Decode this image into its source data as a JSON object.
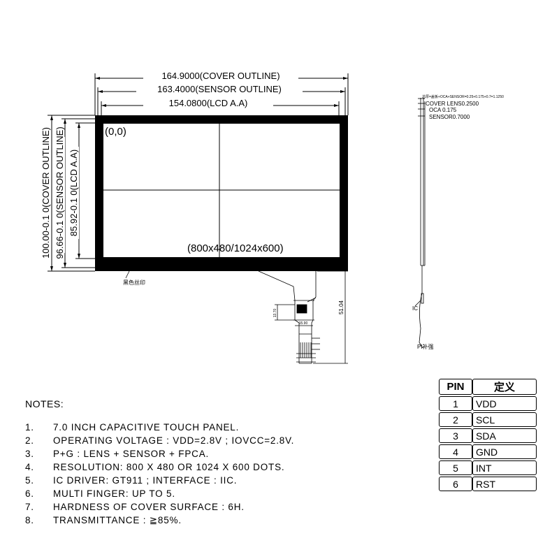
{
  "dimensions": {
    "cover_width": "164.9000(COVER OUTLINE)",
    "sensor_width": "163.4000(SENSOR OUTLINE)",
    "lcd_width": "154.0800(LCD A.A)",
    "cover_height": "100.00-0.1 0(COVER OUTLINE)",
    "sensor_height": "96.66-0.1 0(SENSOR OUTLINE)",
    "lcd_height": "85.92-0.1 0(LCD A.A)",
    "fpc_length": "51.04",
    "fpc_small_1": "13.70",
    "fpc_small_2": "15.90"
  },
  "labels": {
    "origin": "(0,0)",
    "resolution": "(800x480/1024x600)",
    "silkscreen": "黑色丝印",
    "ic": "IC",
    "pi": "PI补强"
  },
  "stack": {
    "total": "总厚=盖板+OCA+SENSOR=0.25+0.175+0.7=1.1250",
    "cover_lens": "COVER LENS0.2500",
    "oca": "OCA   0.175",
    "sensor": "SENSOR0.7000"
  },
  "notes": {
    "title": "NOTES:",
    "items": [
      {
        "num": "1.",
        "text": "7.0 INCH CAPACITIVE TOUCH PANEL."
      },
      {
        "num": "2.",
        "text": "OPERATING VOLTAGE : VDD=2.8V ; IOVCC=2.8V."
      },
      {
        "num": "3.",
        "text": "P+G : LENS + SENSOR + FPCA."
      },
      {
        "num": "4.",
        "text": "RESOLUTION: 800 X 480 OR 1024 X 600 DOTS."
      },
      {
        "num": "5.",
        "text": "IC DRIVER: GT911 ; INTERFACE : IIC."
      },
      {
        "num": "6.",
        "text": "MULTI FINGER: UP TO 5."
      },
      {
        "num": "7.",
        "text": "HARDNESS OF COVER SURFACE : 6H."
      },
      {
        "num": "8.",
        "text": "TRANSMITTANCE : ≧85%."
      }
    ]
  },
  "pin_table": {
    "headers": [
      "PIN",
      "定义"
    ],
    "rows": [
      {
        "pin": "1",
        "name": "VDD"
      },
      {
        "pin": "2",
        "name": "SCL"
      },
      {
        "pin": "3",
        "name": "SDA"
      },
      {
        "pin": "4",
        "name": "GND"
      },
      {
        "pin": "5",
        "name": "INT"
      },
      {
        "pin": "6",
        "name": "RST"
      }
    ]
  }
}
